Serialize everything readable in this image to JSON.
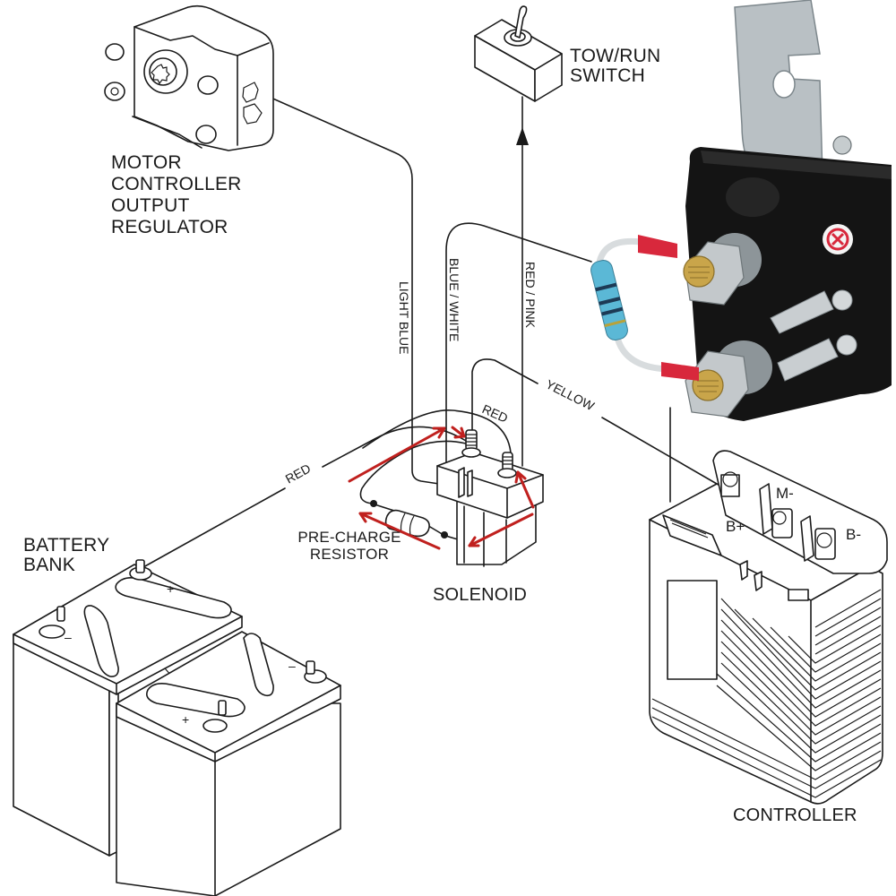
{
  "diagram": {
    "title": "Golf cart solenoid wiring diagram with pre-charge resistor",
    "components": {
      "motor_regulator": {
        "label": "MOTOR\nCONTROLLER\nOUTPUT\nREGULATOR"
      },
      "tow_switch": {
        "label": "TOW/RUN\nSWITCH"
      },
      "battery_bank": {
        "label": "BATTERY\nBANK",
        "terminal_plus": "+",
        "terminal_minus": "–"
      },
      "solenoid": {
        "label": "SOLENOID"
      },
      "precharge_resistor": {
        "label": "PRE-CHARGE\nRESISTOR"
      },
      "controller": {
        "label": "CONTROLLER",
        "terminals": {
          "b_plus": "B+",
          "m_minus": "M-",
          "b_minus": "B-"
        }
      },
      "product_photo": {
        "description": "Black 4-terminal solenoid with metal bracket and blue resistor across main posts",
        "badge_icon": "plus-circle"
      }
    },
    "wires": [
      {
        "name": "light-blue",
        "label": "LIGHT BLUE"
      },
      {
        "name": "blue-white",
        "label": "BLUE / WHITE"
      },
      {
        "name": "red-pink",
        "label": "RED / PINK"
      },
      {
        "name": "yellow",
        "label": "YELLOW"
      },
      {
        "name": "red-top",
        "label": "RED"
      },
      {
        "name": "red-battery",
        "label": "RED"
      }
    ],
    "colors": {
      "line": "#1a1a1a",
      "current_arrow": "#c0201e",
      "solenoid_body": "#141414",
      "resistor_body": "#5bb8d6",
      "terminal_boot": "#d8283c",
      "brass": "#c9a54a",
      "bracket": "#b9c0c4"
    }
  }
}
